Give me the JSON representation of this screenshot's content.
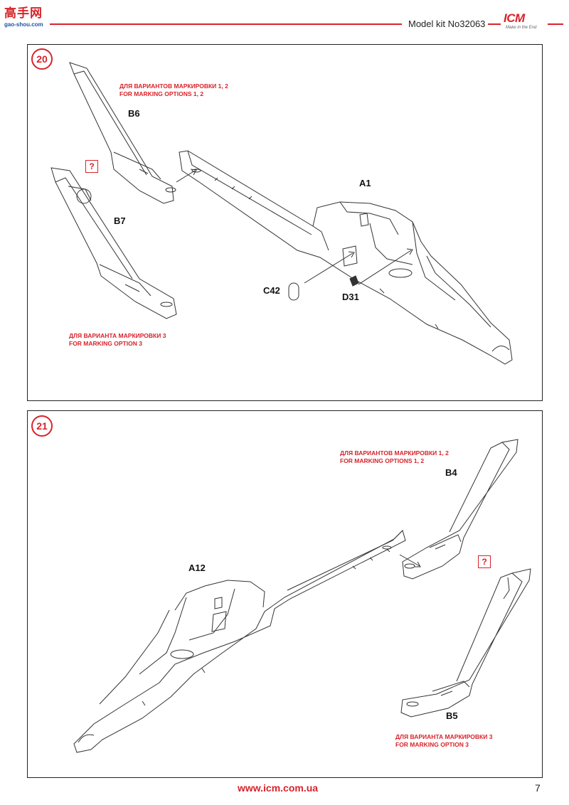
{
  "header": {
    "site_logo_cn": "高手网",
    "site_logo_url": "gao-shou.com",
    "kit_label": "Model kit No32063",
    "brand": "ICM",
    "brand_tagline": "Make in the End"
  },
  "steps": [
    {
      "number": "20",
      "note_top_ru": "ДЛЯ ВАРИАНТОВ МАРКИРОВКИ 1, 2",
      "note_top_en": "FOR MARKING OPTIONS 1, 2",
      "note_bottom_ru": "ДЛЯ ВАРИАНТА МАРКИРОВКИ 3",
      "note_bottom_en": "FOR MARKING OPTION 3",
      "question_mark": "?",
      "parts": {
        "upper_fin": "B6",
        "lower_fin": "B7",
        "fuselage": "A1",
        "window": "C42",
        "small_part": "D31"
      }
    },
    {
      "number": "21",
      "note_top_ru": "ДЛЯ ВАРИАНТОВ МАРКИРОВКИ 1, 2",
      "note_top_en": "FOR MARKING OPTIONS 1, 2",
      "note_bottom_ru": "ДЛЯ ВАРИАНТА МАРКИРОВКИ 3",
      "note_bottom_en": "FOR MARKING OPTION 3",
      "question_mark": "?",
      "parts": {
        "fuselage": "A12",
        "upper_fin": "B4",
        "lower_fin": "B5"
      }
    }
  ],
  "footer": {
    "url": "www.icm.com.ua",
    "page_number": "7"
  }
}
